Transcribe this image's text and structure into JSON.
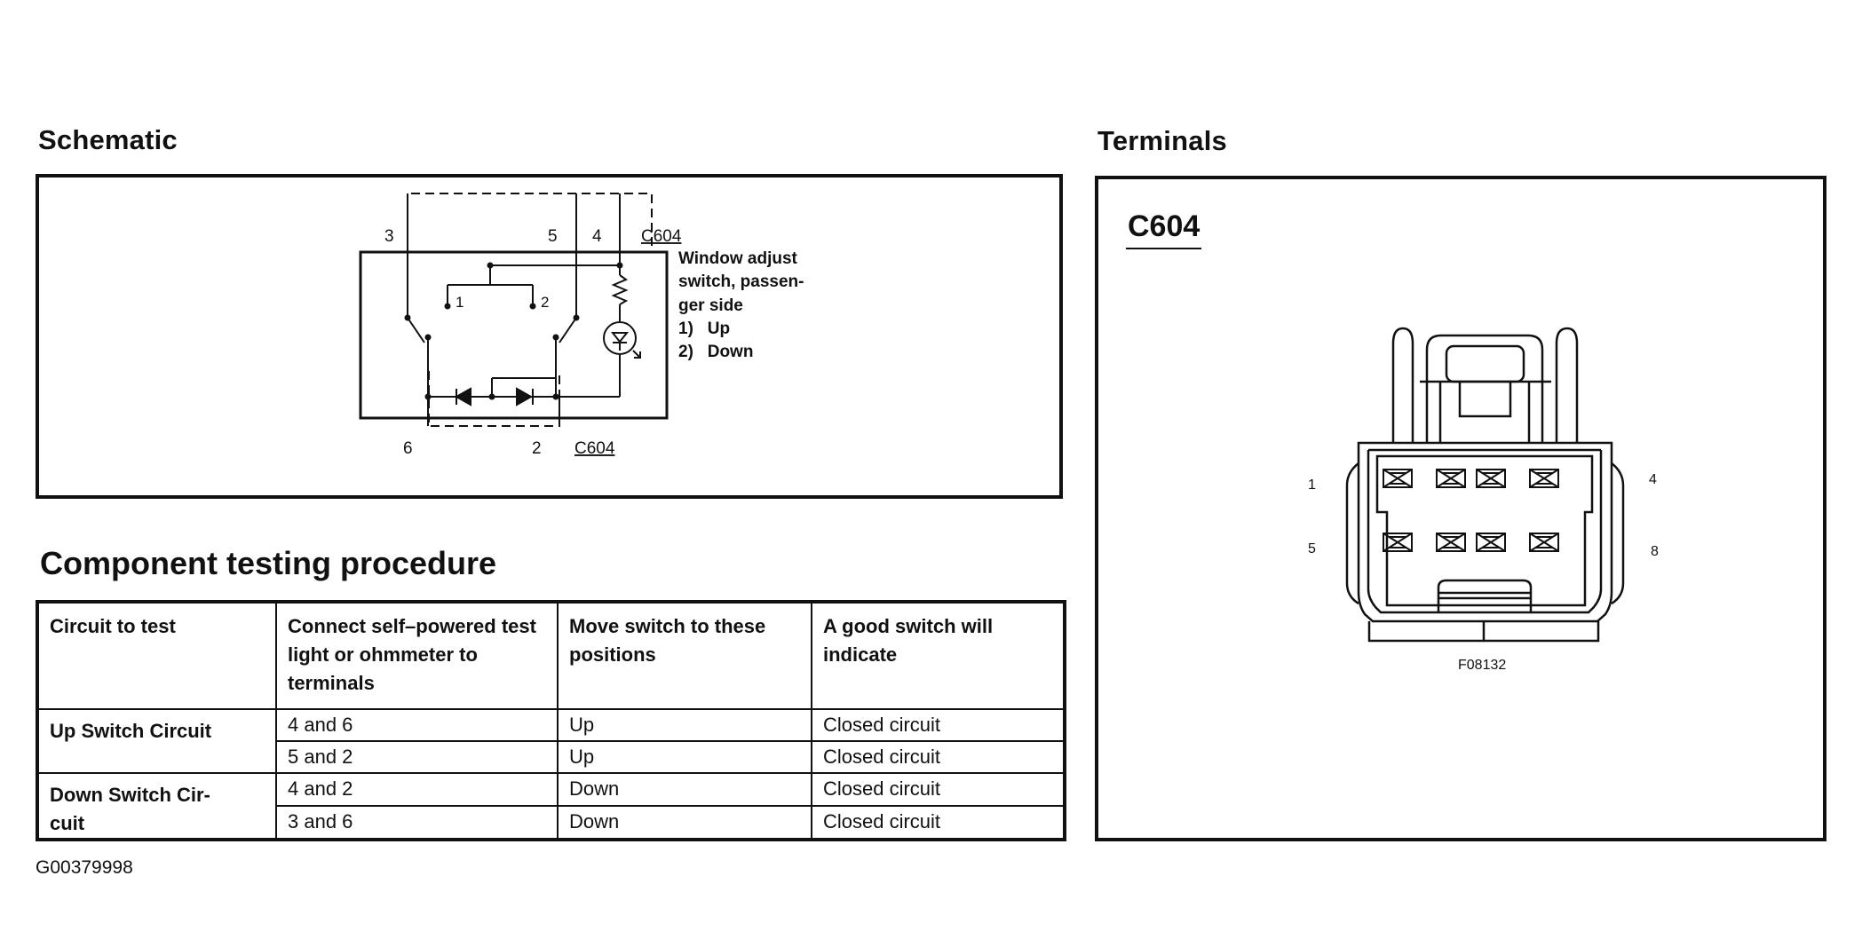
{
  "schematic": {
    "heading": "Schematic",
    "pins_top": [
      "3",
      "5",
      "4"
    ],
    "pins_bottom": [
      "6",
      "2"
    ],
    "connector_top": "C604",
    "connector_bottom": "C604",
    "switch_labels": [
      "1",
      "2"
    ],
    "legend": [
      "Window adjust",
      "switch, passen-",
      "ger side",
      "1)   Up",
      "2)   Down"
    ]
  },
  "terminals": {
    "heading": "Terminals",
    "connector": "C604",
    "pin_labels": [
      "1",
      "4",
      "5",
      "8"
    ],
    "figure_code": "F08132"
  },
  "procedure": {
    "heading": "Component testing procedure",
    "headers": [
      "Circuit to test",
      "Connect self–powered test light or ohmmeter to terminals",
      "Move switch to these positions",
      "A good switch will indicate"
    ],
    "groups": [
      {
        "circuit": "Up Switch Circuit",
        "rows": [
          {
            "terminals": "4 and 6",
            "position": "Up",
            "result": "Closed circuit"
          },
          {
            "terminals": "5 and 2",
            "position": "Up",
            "result": "Closed circuit"
          }
        ]
      },
      {
        "circuit": "Down Switch Cir-\ncuit",
        "rows": [
          {
            "terminals": "4 and 2",
            "position": "Down",
            "result": "Closed circuit"
          },
          {
            "terminals": "3 and 6",
            "position": "Down",
            "result": "Closed circuit"
          }
        ]
      }
    ]
  },
  "figure_id": "G00379998"
}
